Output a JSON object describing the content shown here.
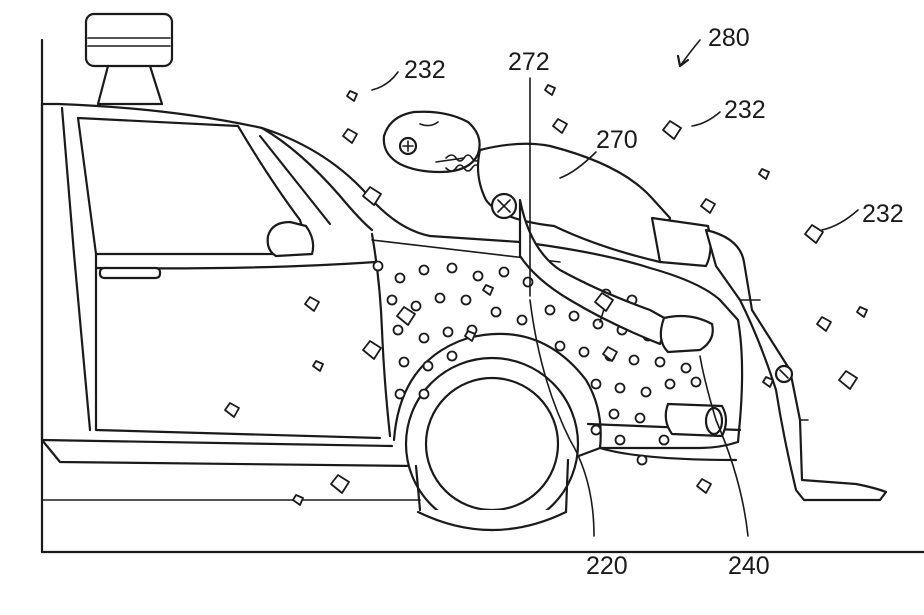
{
  "labels": {
    "ref_280": "280",
    "ref_232_top": "232",
    "ref_272": "272",
    "ref_232_right_upper": "232",
    "ref_270": "270",
    "ref_232_right": "232",
    "ref_220": "220",
    "ref_240": "240"
  },
  "colors": {
    "line": "#1a1a1a",
    "background": "#ffffff"
  }
}
